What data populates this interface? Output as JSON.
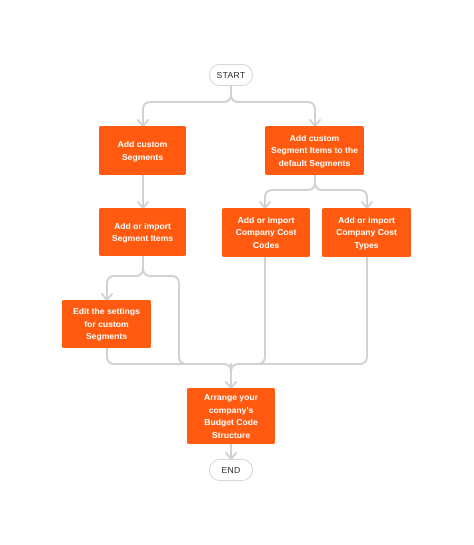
{
  "diagram": {
    "start_label": "START",
    "end_label": "END",
    "steps": {
      "add_custom_segments": "Add custom Segments",
      "add_custom_segment_items": "Add custom Segment Items to the default Segments",
      "add_import_segment_items": "Add or import Segment Items",
      "add_import_cost_codes": "Add or import Company Cost Codes",
      "add_import_cost_types": "Add or import Company Cost Types",
      "edit_settings_custom_segments": "Edit the settings for custom Segments",
      "arrange_budget_code_structure": "Arrange your company's Budget Code Structure"
    },
    "colors": {
      "node_fill": "#ff5a0f",
      "node_text": "#ffffff",
      "connector": "#d2d2d2",
      "terminal_border": "#d6d6d6"
    }
  }
}
